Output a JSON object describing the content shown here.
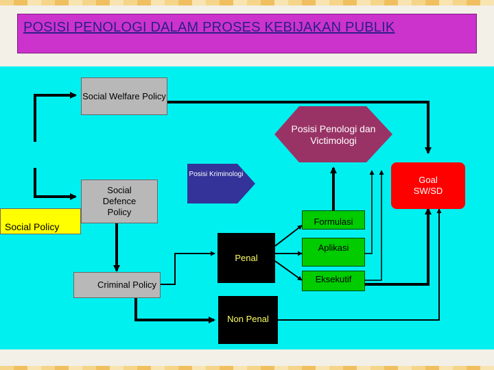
{
  "title": "POSISI PENOLOGI DALAM PROSES KEBIJAKAN PUBLIK",
  "nodes": {
    "social_welfare_policy": "Social Welfare Policy",
    "social_policy": "Social Policy",
    "social_defence_policy": "Social Defence Policy",
    "criminal_policy": "Criminal Policy",
    "posisi_penologi": "Posisi Penologi dan Victimologi",
    "posisi_kriminologi": "Posisi Kriminologi",
    "goal": "Goal SW/SD",
    "formulasi": "Formulasi",
    "aplikasi": "Aplikasi",
    "eksekutif": "Eksekutif",
    "penal": "Penal",
    "non_penal": "Non Penal"
  },
  "colors": {
    "background": "#00f0f0",
    "title_box": "#cc33cc",
    "title_text": "#2a1e8a",
    "yellow": "#ffff00",
    "gray": "#b8b8b8",
    "green": "#00cc00",
    "red": "#ff0000",
    "maroon_hex": "#993366",
    "navy_pentagon": "#333399"
  }
}
